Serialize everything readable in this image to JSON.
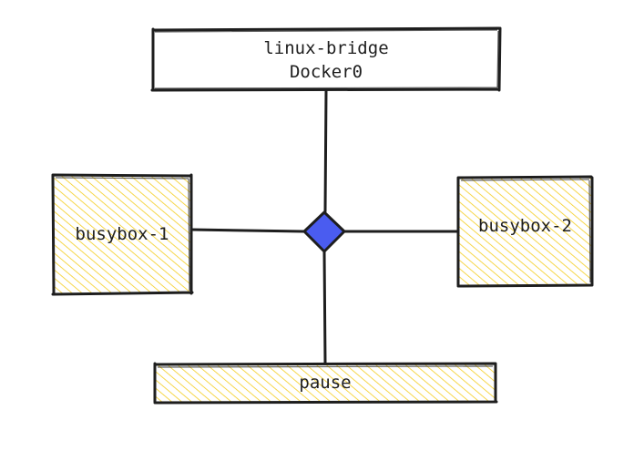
{
  "diagram": {
    "bridge": {
      "line1": "linux-bridge",
      "line2": "Docker0"
    },
    "left_box": {
      "label": "busybox-1"
    },
    "right_box": {
      "label": "busybox-2"
    },
    "bottom_box": {
      "label": "pause"
    }
  },
  "colors": {
    "stroke": "#1e1e1e",
    "hatch": "#f4cd1e",
    "node_fill": "#4a5cf0"
  },
  "icons": {
    "junction": "diamond-node-icon"
  }
}
